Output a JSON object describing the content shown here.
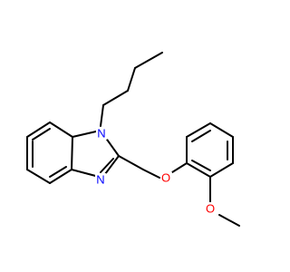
{
  "diagram": {
    "type": "chemical-structure",
    "atom_labels": {
      "n1": "N",
      "n3": "N",
      "o_ether": "O",
      "o_methoxy": "O"
    },
    "colors": {
      "nitrogen": "#0000ff",
      "oxygen": "#ff0000",
      "bond": "#000000"
    }
  }
}
